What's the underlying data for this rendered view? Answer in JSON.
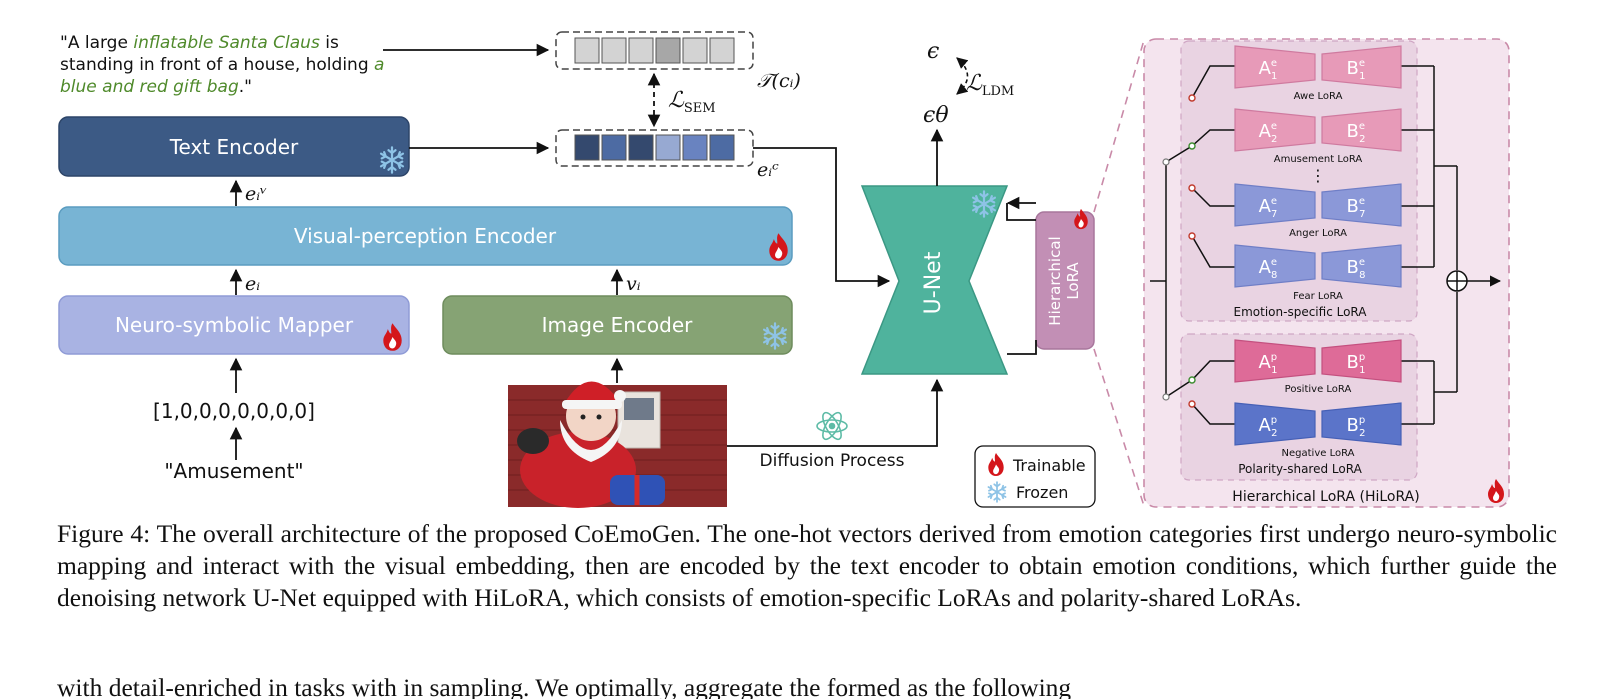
{
  "prompt": {
    "segments": [
      {
        "text": "\"A large ",
        "highlight": false
      },
      {
        "text": "inflatable Santa Claus",
        "highlight": true
      },
      {
        "text": " is",
        "highlight": false
      },
      {
        "text": "standing in front of a house, holding ",
        "highlight": false
      },
      {
        "text": "a",
        "highlight": true
      },
      {
        "text": "blue and red gift bag",
        "highlight": true
      },
      {
        "text": ".\"",
        "highlight": false
      }
    ]
  },
  "blocks": {
    "text_encoder": "Text Encoder",
    "visual_encoder": "Visual-perception Encoder",
    "mapper": "Neuro-symbolic Mapper",
    "image_encoder": "Image Encoder",
    "unet": "U-Net",
    "hierarchical_lora": [
      "Hierarchical",
      "LoRA"
    ]
  },
  "inputs": {
    "one_hot": "[1,0,0,0,0,0,0,0]",
    "emotion": "\"Amusement\""
  },
  "math": {
    "tc": "𝒯(cᵢ)",
    "lsem": "ℒ",
    "lsem_sub": "SEM",
    "eic": "eᵢᶜ",
    "eiv": "eᵢᵛ",
    "ei": "eᵢ",
    "vi": "vᵢ",
    "epsilon": "ϵ",
    "epsilon_theta": "ϵθ",
    "lldm": "ℒ",
    "lldm_sub": "LDM"
  },
  "labels": {
    "diffusion": "Diffusion Process",
    "trainable": "Trainable",
    "frozen": "Frozen"
  },
  "hilora": {
    "title": "Hierarchical LoRA (HiLoRA)",
    "emotion_group": "Emotion-specific LoRA",
    "polarity_group": "Polarity-shared LoRA",
    "ellipsis": "⋮",
    "emotion_loras": [
      {
        "a_sub": "1",
        "b_sub": "1",
        "name": "Awe LoRA"
      },
      {
        "a_sub": "2",
        "b_sub": "2",
        "name": "Amusement LoRA"
      },
      {
        "a_sub": "7",
        "b_sub": "7",
        "name": "Anger LoRA"
      },
      {
        "a_sub": "8",
        "b_sub": "8",
        "name": "Fear LoRA"
      }
    ],
    "polarity_loras": [
      {
        "a_sub": "1",
        "b_sub": "1",
        "name": "Positive LoRA"
      },
      {
        "a_sub": "2",
        "b_sub": "2",
        "name": "Negative LoRA"
      }
    ],
    "emotion_sup": "e",
    "polarity_sup": "p"
  },
  "colors": {
    "text_encoder": "#3c5a85",
    "visual_encoder": "#78b4d4",
    "mapper": "#a9b3e3",
    "image_encoder": "#86a374",
    "unet": "#4fb39d",
    "hier_lora": "#c28fb5",
    "emotion_lora": "#e79ab8",
    "purple_lora": "#8b98d8",
    "positive_lora": "#de6b98",
    "negative_lora": "#5b74c9",
    "highlight_text": "#4f8a2b"
  },
  "caption": "Figure 4: The overall architecture of the proposed CoEmoGen. The one-hot vectors derived from emotion categories first undergo neuro-symbolic mapping and interact with the visual embedding, then are encoded by the text encoder to obtain emotion conditions, which further guide the denoising network U-Net equipped with HiLoRA, which consists of emotion-specific LoRAs and polarity-shared LoRAs.",
  "bottom_text": "with detail-enriched in tasks with in sampling. We optimally, aggregate the formed as the following"
}
